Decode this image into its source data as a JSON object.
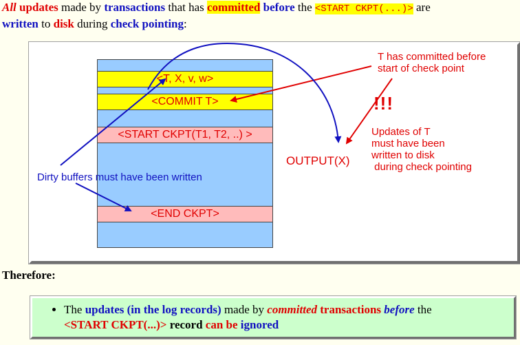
{
  "intro": {
    "all": "All",
    "updates": "updates",
    "made_by": "made by",
    "transactions": "transactions",
    "that_has": "that has",
    "committed": "committed",
    "before": "before",
    "the": "the",
    "ckpt": "<START CKPT(...)>",
    "are": "are",
    "written": "written",
    "to": "to",
    "disk": "disk",
    "during": "during",
    "check_pointing": "check pointing",
    "colon": ":"
  },
  "log_records": [
    {
      "text": "<T, X, v, w>",
      "color": "#ffff00"
    },
    {
      "text": "<COMMIT T>",
      "color": "#ffff00"
    },
    {
      "text": "<START CKPT(T1, T2, ..) >",
      "color": "#ffbbbb"
    },
    {
      "text": "<END CKPT>",
      "color": "#ffbbbb"
    }
  ],
  "labels": {
    "t_committed": "T has committed before",
    "t_committed_2": "start of check point",
    "exclaim": "!!!",
    "updates_t_1": "Updates of T",
    "updates_t_2": "must have been",
    "updates_t_3": "written to disk",
    "updates_t_4": " during check pointing",
    "output": "OUTPUT(X)",
    "dirty": "Dirty buffers must have been written"
  },
  "therefore": "Therefore:",
  "conclusion": {
    "the": "The",
    "updates": "updates (in the log records)",
    "made_by": "made by",
    "committed": "committed",
    "transactions": "transactions",
    "before": "before",
    "the2": "the",
    "ckpt": "<START CKPT(...)>",
    "record": "record",
    "can_be": "can be",
    "ignored": "ignored"
  },
  "colors": {
    "red": "#e00000",
    "blue": "#1010c0",
    "yellow": "#ffff00",
    "pink": "#ffbbbb",
    "log_blue": "#99ccff",
    "green": "#ccffcc"
  }
}
